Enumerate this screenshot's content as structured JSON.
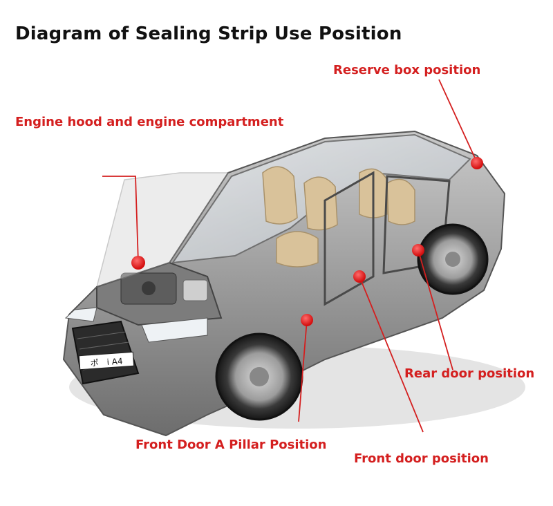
{
  "title": "Diagram of Sealing Strip Use Position",
  "plate_text": "ポ　i A4",
  "colors": {
    "accent": "#d41f1f",
    "body": "#9a9a9a",
    "interior": "#d9c29a"
  },
  "labels": {
    "reserve_box": "Reserve box position",
    "engine_hood": "Engine hood and engine compartment",
    "rear_door": "Rear door position",
    "front_door_a_pillar": "Front Door A Pillar Position",
    "front_door": "Front door position"
  }
}
